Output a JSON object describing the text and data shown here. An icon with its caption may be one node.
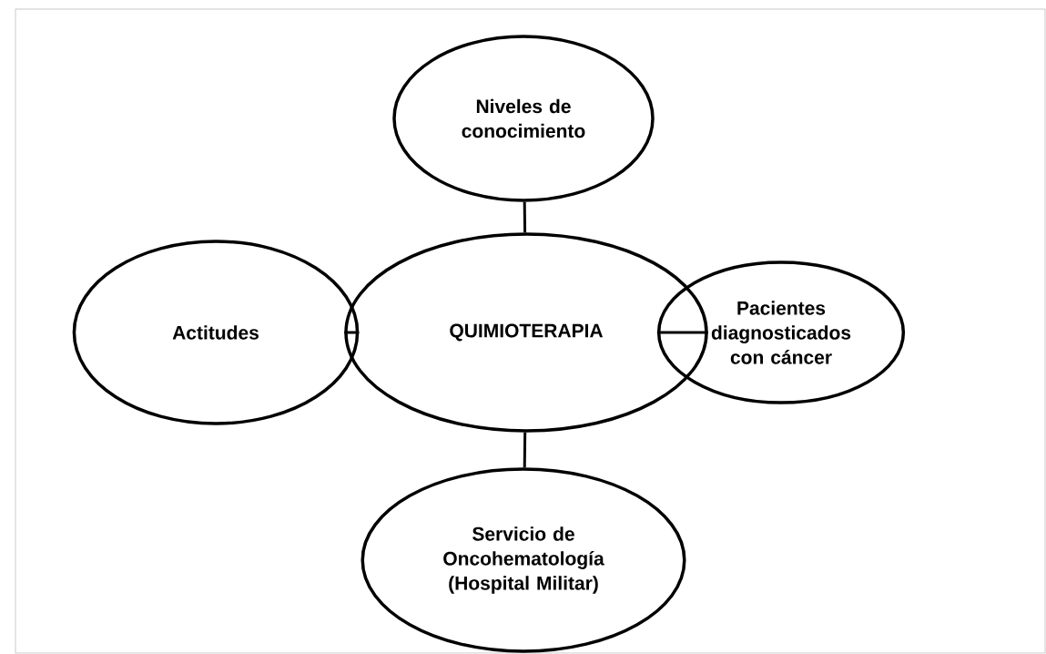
{
  "diagram": {
    "nodes": [
      {
        "text": [
          "Niveles de conocimiento"
        ]
      },
      {
        "text": [
          "Actitudes"
        ]
      },
      {
        "text": [
          "QUIMIOTERAPIA"
        ]
      },
      {
        "text": [
          "Pacientes diagnosticados con cáncer"
        ]
      },
      {
        "text": [
          "Servicio de Oncohematología (Hospital Militar)"
        ]
      }
    ],
    "edges": [
      {
        "from": 2,
        "to": 0,
        "arrow": "none"
      },
      {
        "from": 2,
        "to": 1,
        "arrow": "none"
      },
      {
        "from": 2,
        "to": 3,
        "arrow": "none"
      },
      {
        "from": 2,
        "to": 4,
        "arrow": "none"
      }
    ]
  }
}
